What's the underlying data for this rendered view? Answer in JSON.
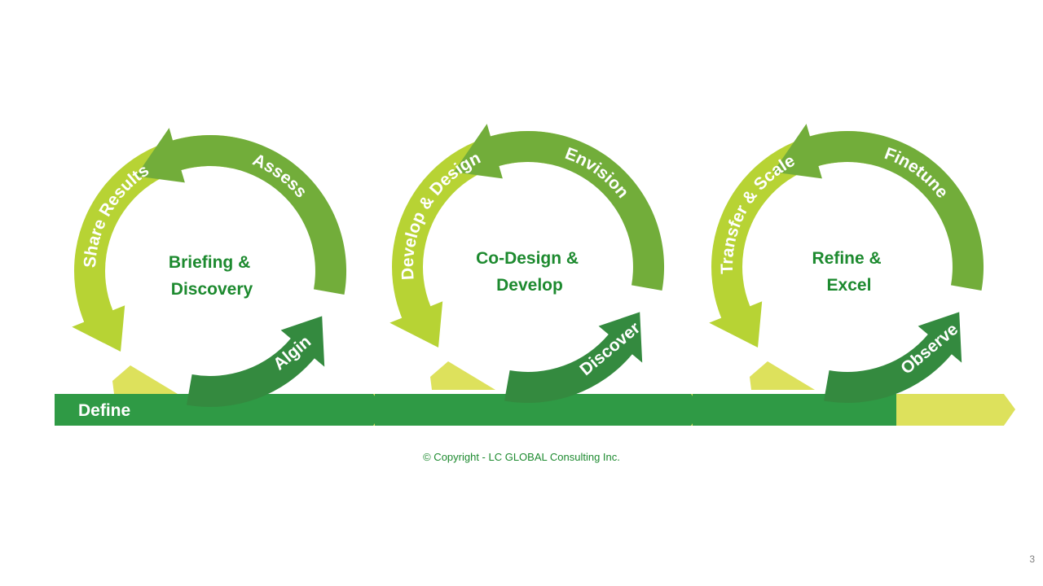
{
  "colors": {
    "light": "#b7d334",
    "mid": "#72ad3a",
    "dark": "#348a3f",
    "band_light": "#dde15c",
    "band_dark": "#2f9a45",
    "text_green": "#1d8a2f"
  },
  "band": {
    "define_label": "Define"
  },
  "cycles": [
    {
      "center_lines": [
        "Briefing &",
        "Discovery"
      ],
      "left_arrow": "Share Results",
      "right_arrow": "Assess",
      "bottom_arrow": "Algin"
    },
    {
      "center_lines": [
        "Co-Design &",
        "Develop"
      ],
      "left_arrow": "Develop & Design",
      "right_arrow": "Envision",
      "bottom_arrow": "Discover"
    },
    {
      "center_lines": [
        "Refine &",
        "Excel"
      ],
      "left_arrow": "Transfer & Scale",
      "right_arrow": "Finetune",
      "bottom_arrow": "Observe"
    }
  ],
  "footer": {
    "copyright": "© Copyright - LC GLOBAL Consulting Inc.",
    "page_number": "3"
  }
}
